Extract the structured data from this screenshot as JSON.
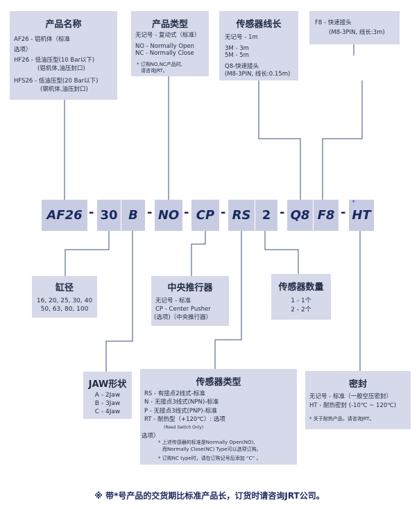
{
  "boxes": {
    "model": {
      "title": "产品名称",
      "lines": [
        "AF26 - 铝机体（标准",
        "选项）",
        "HF26 - 低油压型(10 Bar以下)",
        "(铝机体,油压封口)",
        "HFS26 - 低油压型(20 Bar以下)",
        "(钢机体,油压封口)"
      ]
    },
    "type": {
      "title": "产品类型",
      "lines": [
        "无记号 - 复动式（标准）",
        "NO - Normally Open",
        "NC - Normally Close"
      ],
      "notes": [
        "* 订购NO,NC产品时,",
        "请咨询JRT。"
      ]
    },
    "sensor_cable": {
      "title": "传感器线长",
      "lines": [
        "无记号 - 1m",
        "3M - 3m",
        "5M - 5m",
        "Q8-快速接头",
        "(M8-3PIN, 线长:0.15m)"
      ]
    },
    "connector": {
      "lines": [
        "F8 - 快速接头",
        "(M8-3PIN, 线长:3m)"
      ]
    },
    "bore": {
      "title": "缸径",
      "lines": [
        "16, 20, 25, 30, 40",
        "50, 63, 80, 100"
      ]
    },
    "pusher": {
      "title": "中央推行器",
      "lines": [
        "无记号 - 标准",
        "CP - Center Pusher",
        "(选项)（中央推行器）"
      ]
    },
    "sensor_qty": {
      "title": "传感器数量",
      "lines": [
        "1 - 1个",
        "2 - 2个"
      ]
    },
    "jaw": {
      "title": "JAW形状",
      "lines": [
        "A - 2Jaw",
        "B - 3Jaw",
        "C - 4Jaw"
      ]
    },
    "sensor_type": {
      "title": "传感器类型",
      "lines": [
        "RS - 有接点2线式-标准",
        "N - 无接点3线式(NPN)-标准",
        "P - 无接点3线式(PNP)-标准",
        "RT - 耐热型（+120℃）: 选项"
      ],
      "small": "(Reed Switch Only)",
      "option_label": "选项）",
      "notes": [
        "* 上述传感器的标准是Normally Open(NO),",
        "而Normally Close(NC) Type可以选项订购。",
        "* 订购NC type时，请在订购记号后添加 “C” 。"
      ]
    },
    "seal": {
      "title": "密封",
      "lines": [
        "无记号 - 标准（一般空压密封）",
        "HT - 耐热密封 (-10℃ ~ 120℃)"
      ],
      "notes": [
        "* 关于耐热产品，请咨询JRT。"
      ]
    }
  },
  "code": {
    "segments": [
      "AF26",
      "30",
      "B",
      "NO",
      "CP",
      "RS",
      "2",
      "Q8",
      "F8",
      "HT"
    ],
    "dash": "-",
    "star": "*"
  },
  "footer": "※  带*号产品的交货期比标准产品长，订货时请咨询JRT公司。",
  "colors": {
    "box": "#d6d9ea",
    "segment": "#c8cce3",
    "text": "#1a2a5e",
    "line": "#3a4c7a"
  }
}
